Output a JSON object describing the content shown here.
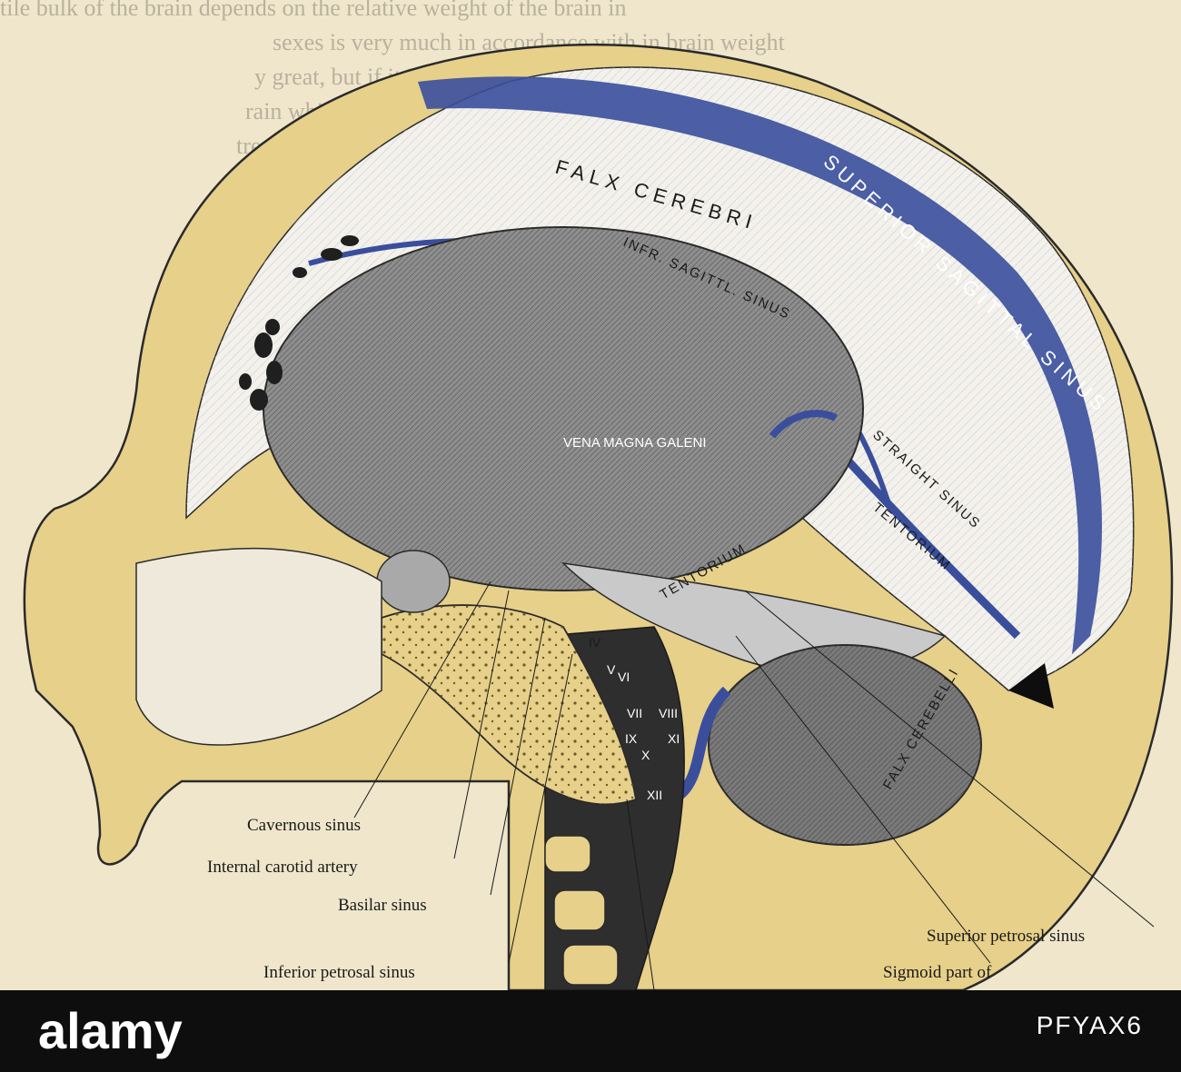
{
  "figure": {
    "background_text": [
      "tile bulk of the brain depends on the relative weight of the brain in",
      "sexes is very much in accordance with in brain weight",
      "y great, but if it is allowed that this would be carried on",
      "rain which is unusually large or small, as the idiots brain",
      "tremely small."
    ],
    "structure_labels": {
      "falx_cerebri": "FALX CEREBRI",
      "superior_sagittal_sinus": "SUPERIOR SAGITTAL SINUS",
      "inferior_sagittal_sinus": "INFR. SAGITTL. SINUS",
      "vena_magna_galeni": "VENA MAGNA GALENI",
      "straight_sinus": "STRAIGHT SINUS",
      "tentorium_right": "TENTORIUM",
      "tentorium_left": "TENTORIUM",
      "falx_cerebelli": "FALX CEREBELLI"
    },
    "cranial_nerves": {
      "iv": "IV",
      "v": "V",
      "vi": "VI",
      "vii": "VII",
      "viii": "VIII",
      "ix": "IX",
      "x": "X",
      "xi": "XI",
      "xii": "XII"
    },
    "callouts": {
      "cavernous_sinus": "Cavernous sinus",
      "internal_carotid_artery": "Internal carotid artery",
      "basilar_sinus": "Basilar sinus",
      "inferior_petrosal_sinus": "Inferior petrosal sinus",
      "superior_petrosal_sinus": "Superior petrosal sinus",
      "sigmoid_part": "Sigmoid part of"
    },
    "colors": {
      "paper": "#efe6cc",
      "bone": "#e6d08a",
      "dura_blue": "#3a4e9c",
      "brain_gray": "#8e8e8e",
      "ink": "#1a1a1a"
    }
  },
  "watermark": {
    "logo_text": "alamy",
    "stock_code": "PFYAX6"
  }
}
